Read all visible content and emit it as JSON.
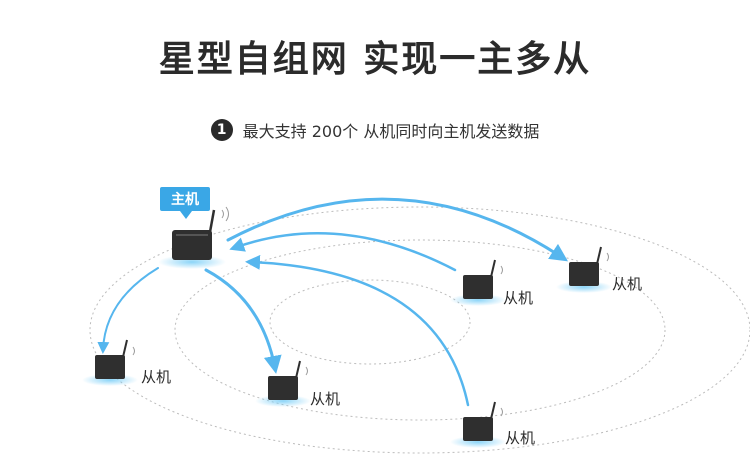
{
  "title": "星型自组网  实现一主多从",
  "step": {
    "number": "1",
    "text": "最大支持 200个 从机同时向主机发送数据"
  },
  "master": {
    "label": "主机"
  },
  "slaves": [
    {
      "label": "从机"
    },
    {
      "label": "从机"
    },
    {
      "label": "从机"
    },
    {
      "label": "从机"
    },
    {
      "label": "从机"
    }
  ],
  "colors": {
    "accent": "#3aa7e6",
    "arrow": "#56b6ee",
    "device": "#2f2f2f",
    "ring": "#bcbcbc"
  }
}
